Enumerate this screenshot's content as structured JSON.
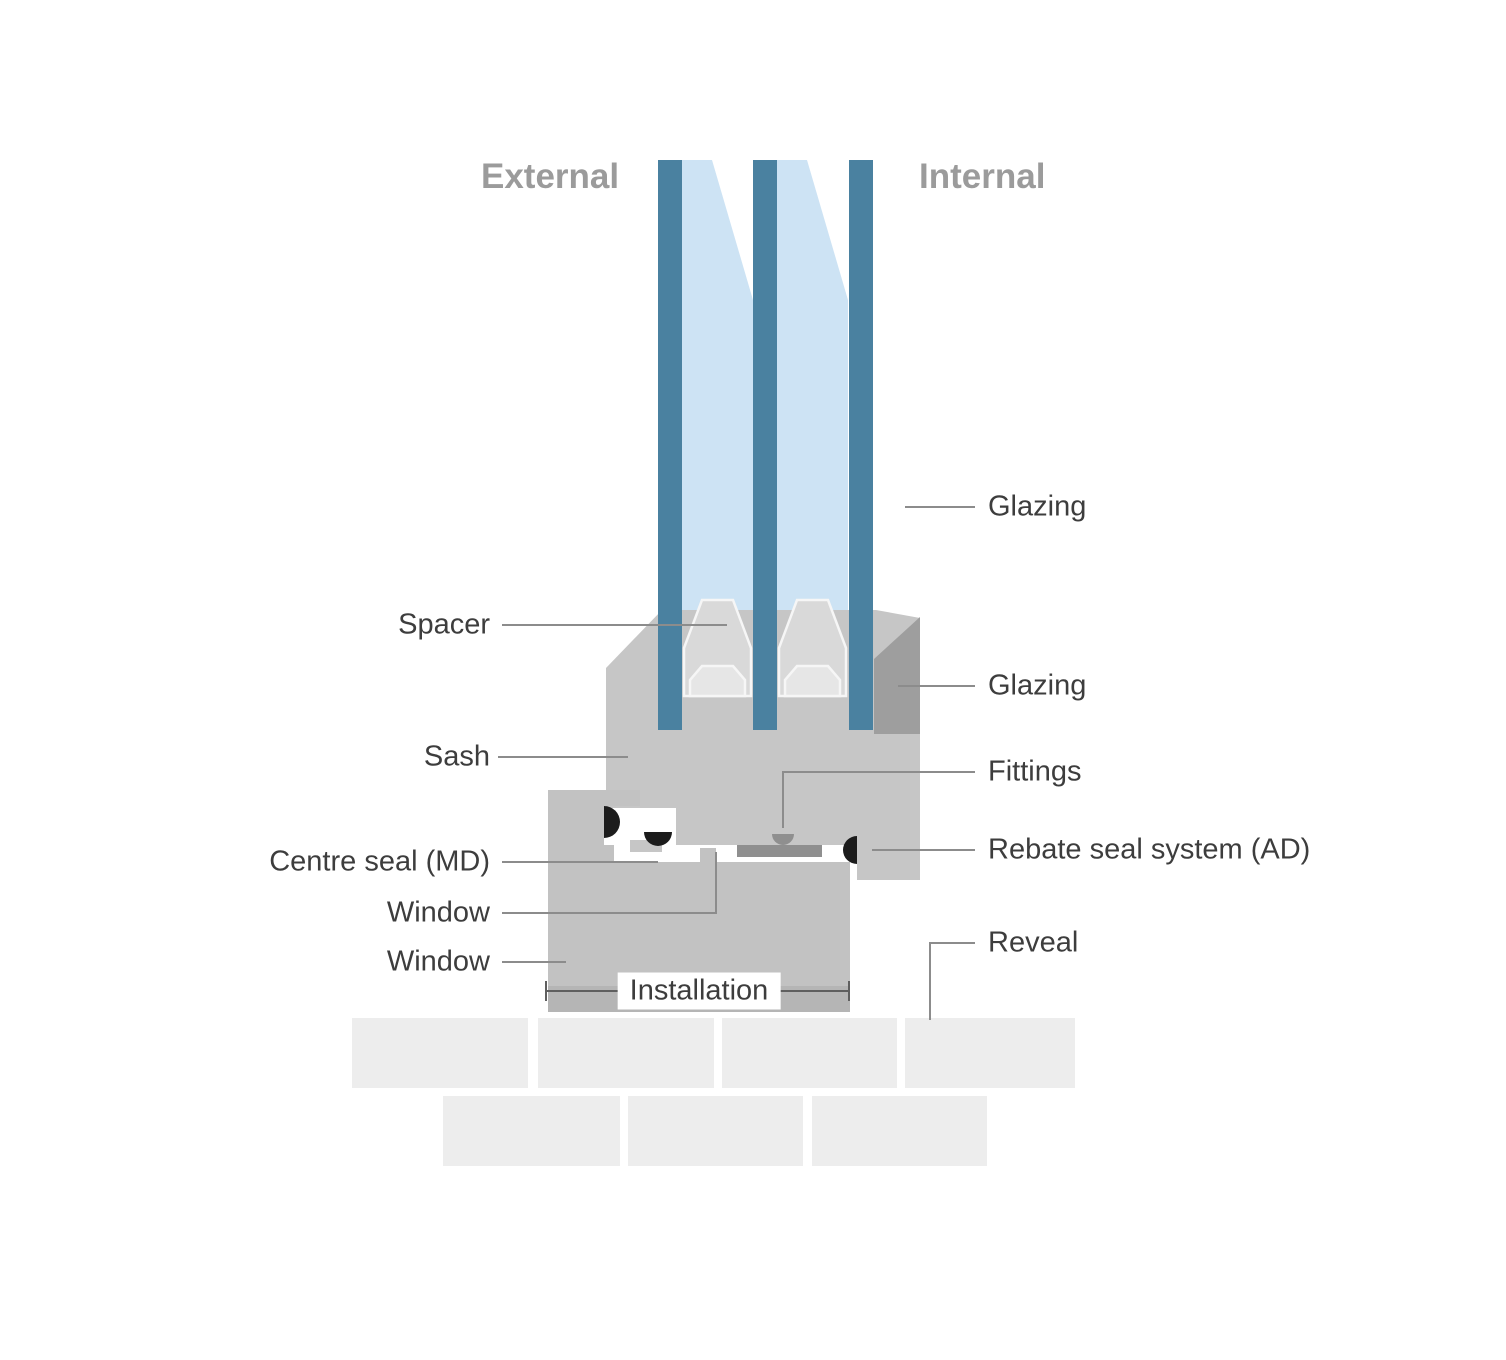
{
  "diagram": {
    "headers": {
      "external": "External",
      "internal": "Internal"
    },
    "labels": {
      "glazing_upper": "Glazing",
      "spacer": "Spacer",
      "glazing_lower": "Glazing",
      "sash": "Sash",
      "fittings": "Fittings",
      "centre_seal": "Centre seal (MD)",
      "rebate_seal": "Rebate seal system (AD)",
      "window_upper": "Window",
      "window_lower": "Window",
      "installation": "Installation",
      "reveal": "Reveal"
    },
    "colors": {
      "glass_pane": "#4a81a0",
      "glass_fill": "#cde3f4",
      "sash_gray": "#c6c6c6",
      "sash_shadow": "#9e9e9e",
      "spacer_fill": "#d9d9d9",
      "spacer_inner": "#e6e6e6",
      "frame_gray": "#c2c2c2",
      "frame_base": "#b5b5b5",
      "seal_black": "#1c1c1c",
      "fitting_gray": "#8f8f8f",
      "brick_gray": "#ededed",
      "leader": "#8c8c8c",
      "dimension": "#5f5f5f",
      "label_text": "#3d3d3d",
      "header_text": "#9b9b9b"
    }
  }
}
